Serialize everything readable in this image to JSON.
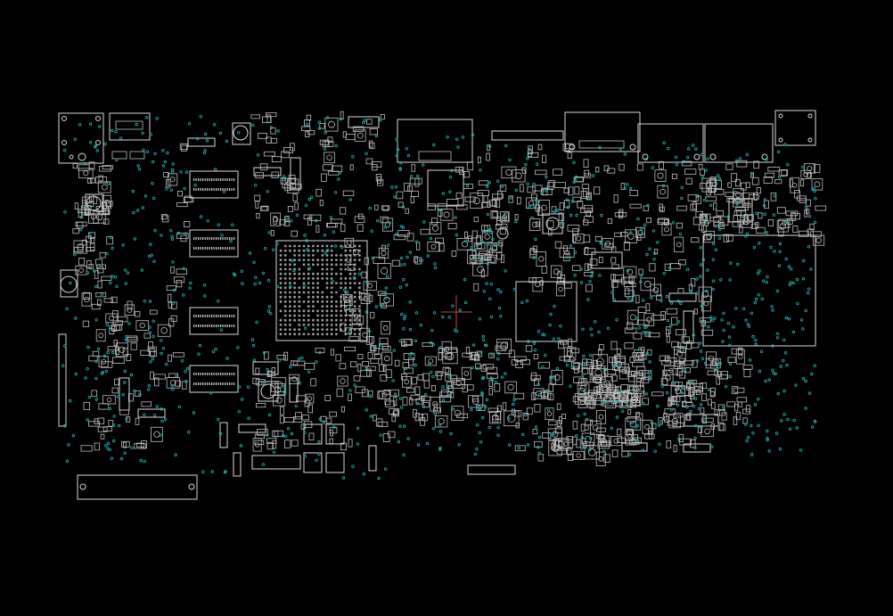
{
  "view": {
    "background": "#000000",
    "outline_color": "#d8d8d8",
    "via_color": "#1fb3b3",
    "cursor_color": "#b84a4a"
  },
  "components": [
    {
      "name": "connector-rj45-left",
      "kind": "connector"
    },
    {
      "name": "connector-usb-left",
      "kind": "connector"
    },
    {
      "name": "memory-chip-1",
      "kind": "memory"
    },
    {
      "name": "memory-chip-2",
      "kind": "memory"
    },
    {
      "name": "memory-chip-3",
      "kind": "memory"
    },
    {
      "name": "memory-chip-4",
      "kind": "memory"
    },
    {
      "name": "cpu-bga",
      "kind": "processor"
    },
    {
      "name": "pch-chip",
      "kind": "chip"
    },
    {
      "name": "connector-hdmi",
      "kind": "connector"
    },
    {
      "name": "connector-vga",
      "kind": "connector"
    },
    {
      "name": "connector-top-right",
      "kind": "connector"
    },
    {
      "name": "heatsink-area-right",
      "kind": "region"
    },
    {
      "name": "connector-bottom-edge",
      "kind": "connector"
    },
    {
      "name": "pin-header-bottom",
      "kind": "connector"
    },
    {
      "name": "pin-header-left",
      "kind": "connector"
    }
  ]
}
